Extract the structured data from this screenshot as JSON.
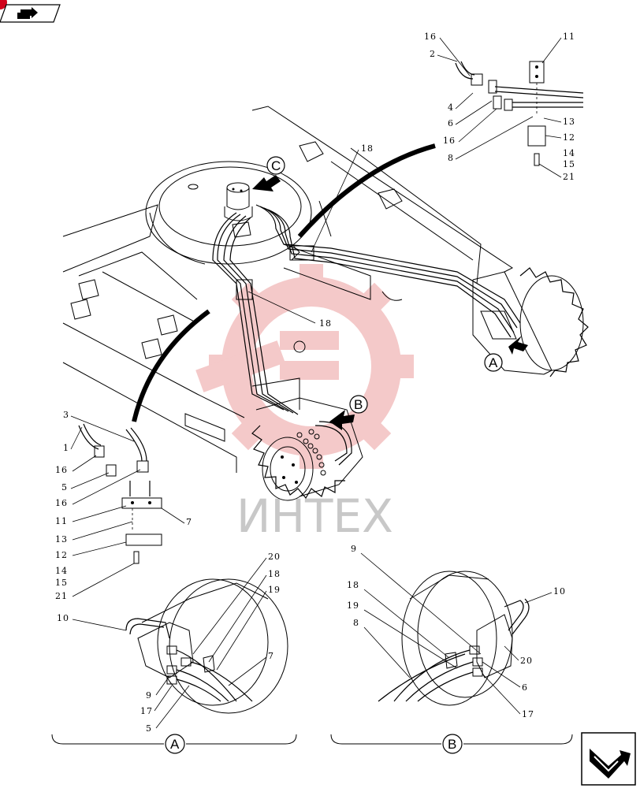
{
  "watermark": {
    "text": "ИНТЕХ",
    "color": "#e8a0a0"
  },
  "views": {
    "a": "A",
    "b": "B",
    "c": "C"
  },
  "callouts": {
    "top_right": [
      "16",
      "2",
      "4",
      "6",
      "16",
      "8",
      "11",
      "13",
      "12",
      "14",
      "15",
      "21"
    ],
    "main": [
      "18",
      "18"
    ],
    "left": [
      "3",
      "1",
      "16",
      "5",
      "16",
      "11",
      "13",
      "12",
      "14",
      "15",
      "21",
      "7"
    ],
    "detail_a": [
      "10",
      "20",
      "18",
      "19",
      "7",
      "9",
      "17",
      "5"
    ],
    "detail_b": [
      "9",
      "18",
      "19",
      "8",
      "10",
      "20",
      "6",
      "17"
    ]
  },
  "icons": {
    "top_left": "previous-page-icon",
    "bottom_right": "next-page-icon"
  },
  "colors": {
    "corner_badge": "#d0021b",
    "ink": "#000000"
  }
}
